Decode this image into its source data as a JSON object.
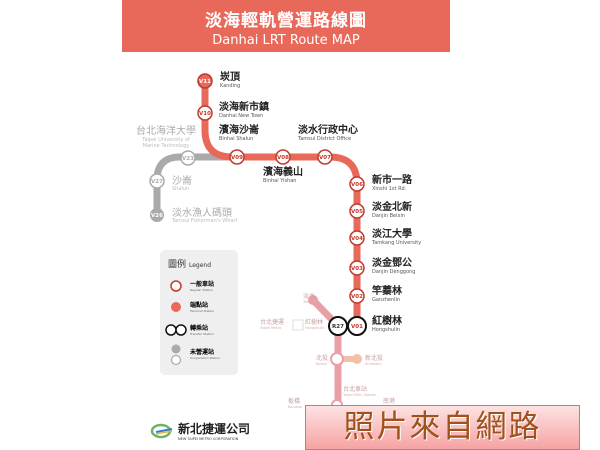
{
  "header": {
    "title_zh": "淡海輕軌營運路線圖",
    "title_en": "Danhai LRT Route MAP"
  },
  "colors": {
    "line": "#e8695a",
    "unoperated": "#aaaaaa",
    "tamsui_xinyi": "#e8a0a6",
    "header": "#e8695a"
  },
  "stations": [
    {
      "code": "V11",
      "zh": "崁頂",
      "en": "Kanding"
    },
    {
      "code": "V10",
      "zh": "淡海新市鎮",
      "en": "Danhai New Town"
    },
    {
      "code": "V09",
      "zh": "濱海沙崙",
      "en": "Binhai Shalun"
    },
    {
      "code": "V08",
      "zh": "濱海義山",
      "en": "Binhai Yishan"
    },
    {
      "code": "V07",
      "zh": "淡水行政中心",
      "en": "Tamsui District Office"
    },
    {
      "code": "V06",
      "zh": "新市一路",
      "en": "Xinshi 1st Rd."
    },
    {
      "code": "V05",
      "zh": "淡金北新",
      "en": "Danjin Beixin"
    },
    {
      "code": "V04",
      "zh": "淡江大學",
      "en": "Tamkang University"
    },
    {
      "code": "V03",
      "zh": "淡金鄧公",
      "en": "Danjin Denggong"
    },
    {
      "code": "V02",
      "zh": "竿蓁林",
      "en": "Ganzhenlin"
    },
    {
      "code": "V01",
      "zh": "紅樹林",
      "en": "Hongshulin"
    }
  ],
  "unoperated": [
    {
      "code": "V23",
      "zh": "台北海洋大學",
      "en": "Taipei University of Marine Technology"
    },
    {
      "code": "V27",
      "zh": "沙崙",
      "en": "Shalun"
    },
    {
      "code": "V26",
      "zh": "淡水漁人碼頭",
      "en": "Tamsui Fisherman's Wharf"
    }
  ],
  "metro": {
    "transfer_code": "R27",
    "tamsui_zh": "淡水",
    "tamsui_en": "Tamsui",
    "metro_zh": "台北捷運",
    "metro_en": "Taipei Metro",
    "hongshulin_zh": "紅樹林",
    "hongshulin_en": "Hongshulin",
    "beitou_zh": "北投",
    "beitou_en": "Beitou",
    "xinbeitou_zh": "新北投",
    "xinbeitou_en": "Xinbeitou",
    "main_zh": "台北車站",
    "main_en": "Taipei Main Station",
    "banqiao_zh": "板橋",
    "banqiao_en": "Banqiao",
    "nangang_zh": "南港"
  },
  "legend": {
    "title_zh": "圖例",
    "title_en": "Legend",
    "items": [
      {
        "zh": "一般車站",
        "en": "Regular Station",
        "icon": "regular-station-icon"
      },
      {
        "zh": "端點站",
        "en": "Terminal Station",
        "icon": "terminal-station-icon"
      },
      {
        "zh": "轉乘站",
        "en": "Transfer Station",
        "icon": "transfer-station-icon"
      },
      {
        "zh": "未營運站",
        "en": "Unoperation Station",
        "icon": "unoperated-station-icon"
      }
    ]
  },
  "logo": {
    "zh": "新北捷運公司",
    "en": "NEW TAIPEI METRO CORPORATION"
  },
  "watermark": "照片來自網路"
}
